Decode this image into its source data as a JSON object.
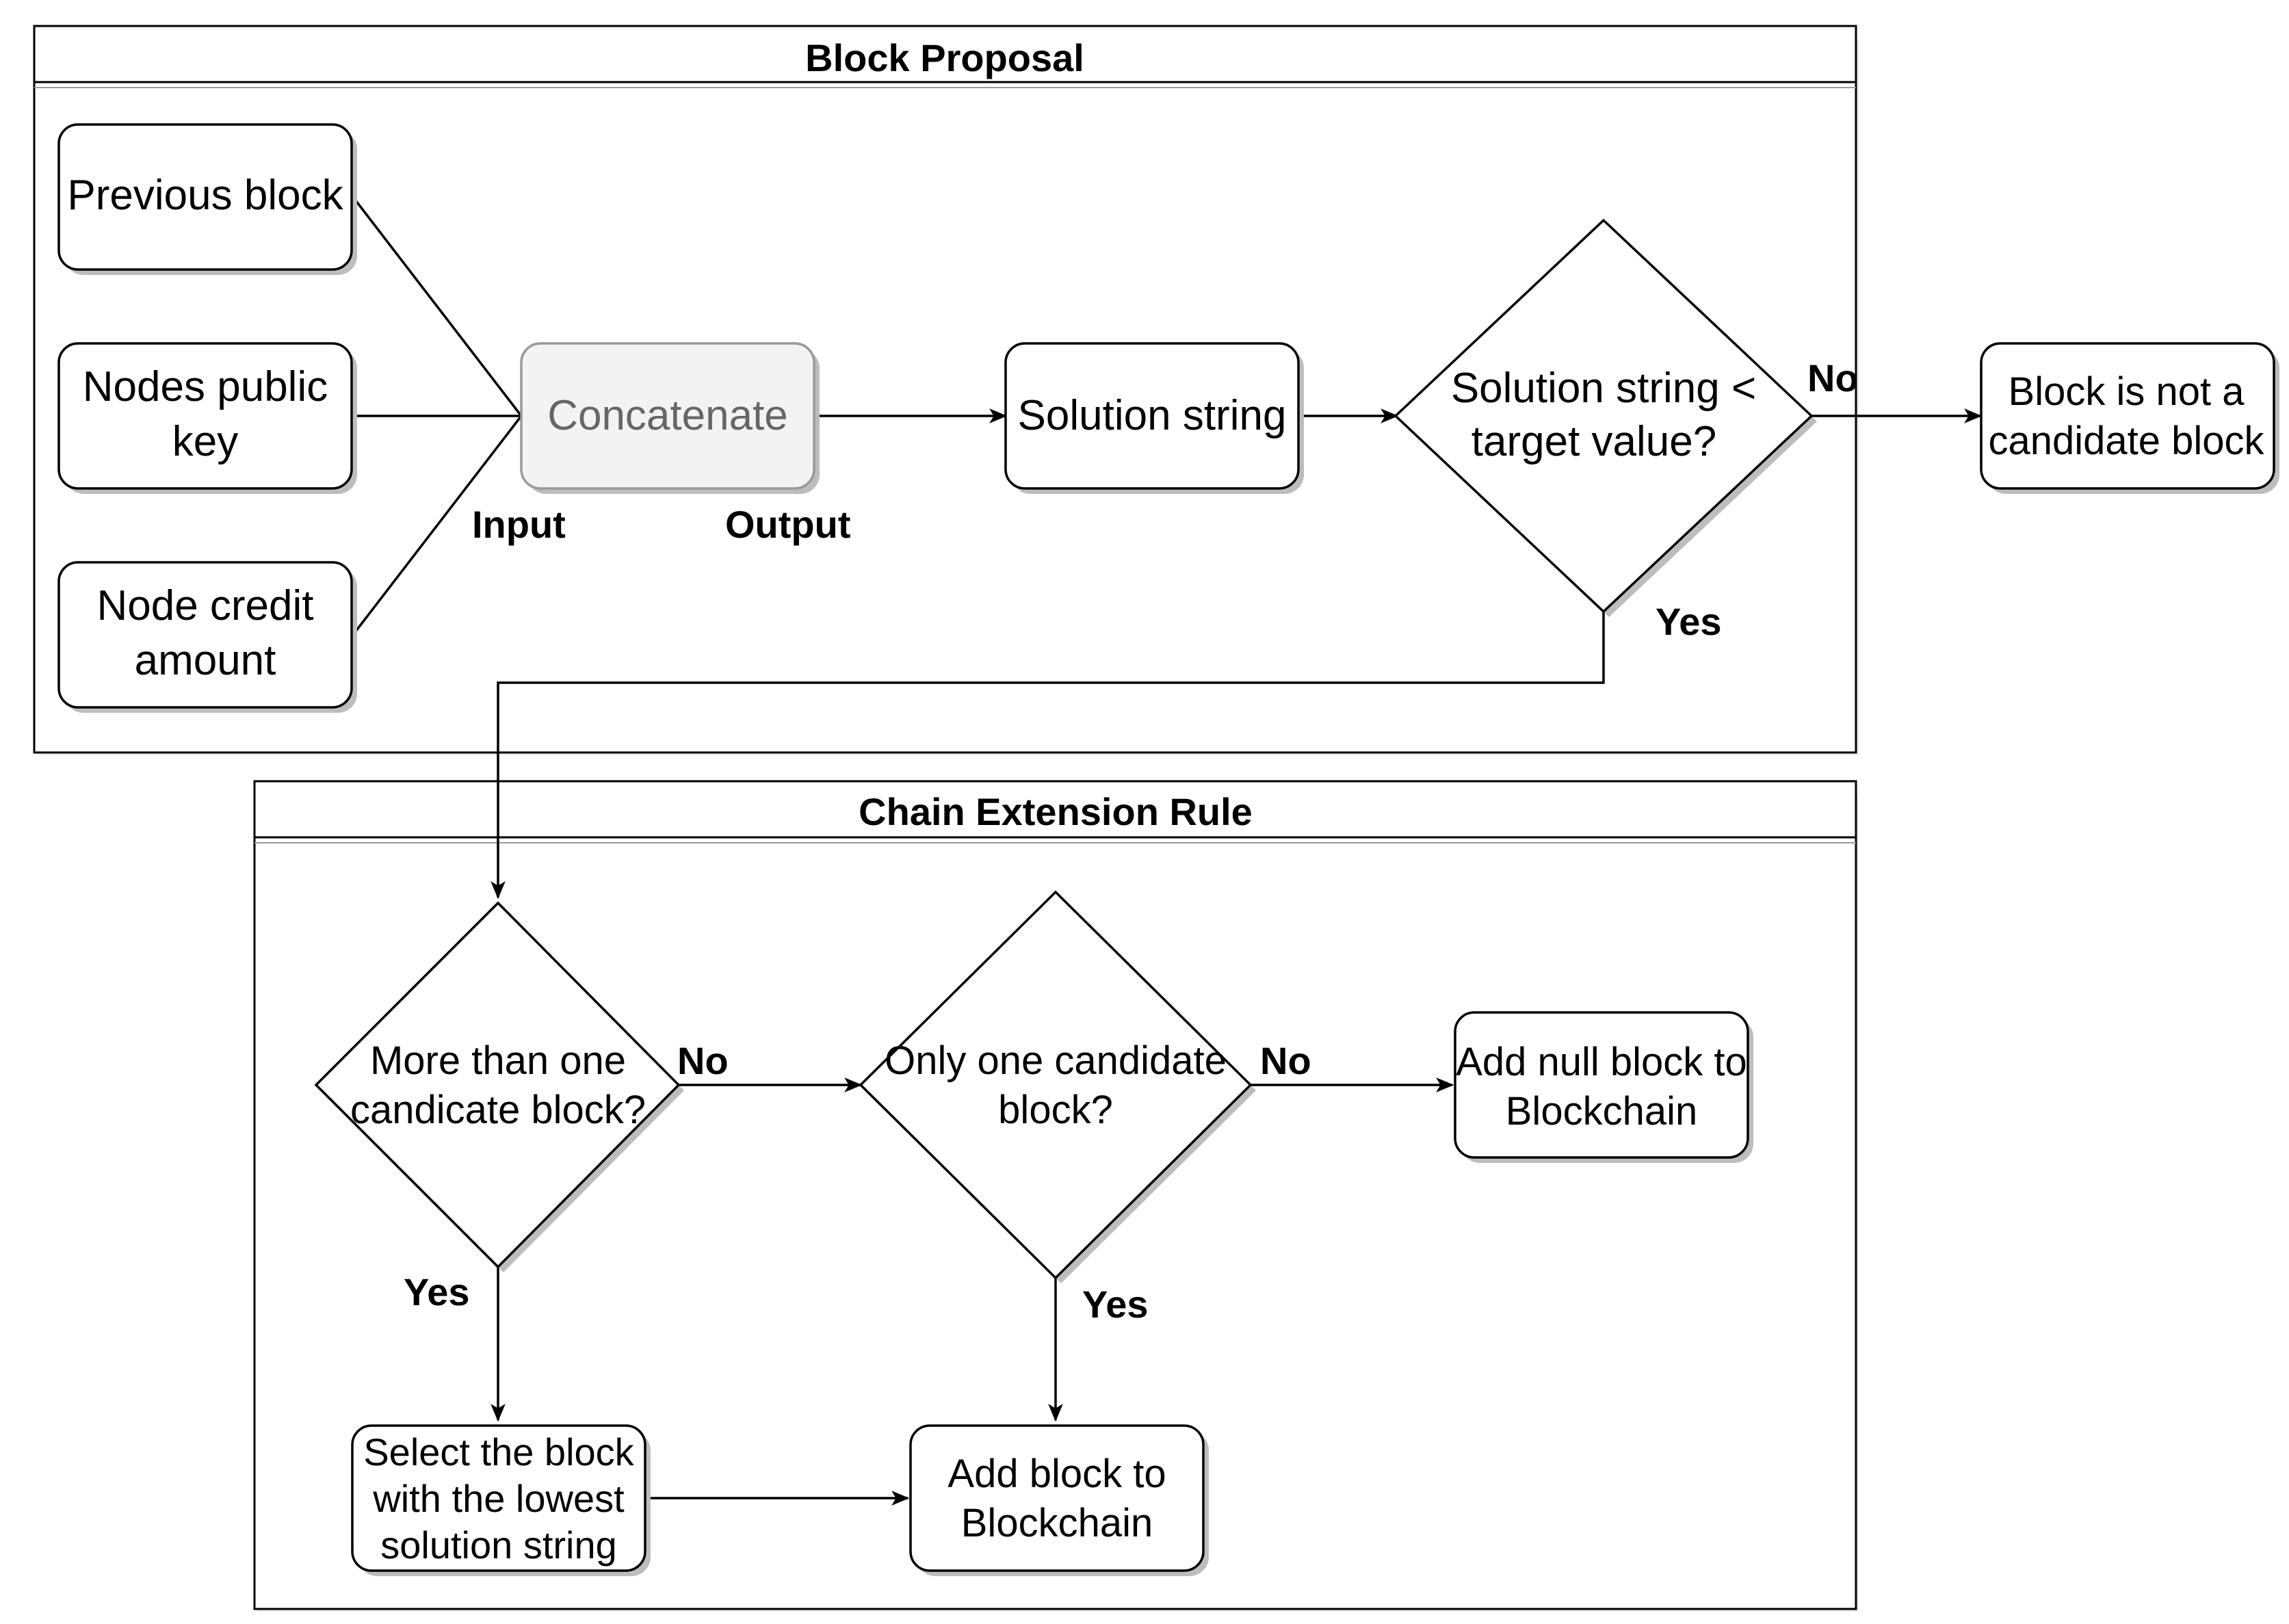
{
  "sections": {
    "block_proposal": {
      "title": "Block Proposal"
    },
    "chain_extension": {
      "title": "Chain Extension Rule"
    }
  },
  "nodes": {
    "previous_block": {
      "lines": [
        "Previous block"
      ]
    },
    "nodes_public_key": {
      "lines": [
        "Nodes public",
        "key"
      ]
    },
    "node_credit_amount": {
      "lines": [
        "Node credit",
        "amount"
      ]
    },
    "concatenate": {
      "lines": [
        "Concatenate"
      ]
    },
    "solution_string": {
      "lines": [
        "Solution string"
      ]
    },
    "decision_target": {
      "lines": [
        "Solution string <",
        "target value?"
      ]
    },
    "not_candidate": {
      "lines": [
        "Block is not a",
        "candidate block"
      ]
    },
    "decision_more_than_one": {
      "lines": [
        "More than one",
        "candicate block?"
      ]
    },
    "decision_only_one": {
      "lines": [
        "Only one candidate",
        "block?"
      ]
    },
    "add_null_block": {
      "lines": [
        "Add null block to",
        "Blockchain"
      ]
    },
    "select_lowest": {
      "lines": [
        "Select the block",
        "with the lowest",
        "solution string"
      ]
    },
    "add_block": {
      "lines": [
        "Add block to",
        "Blockchain"
      ]
    }
  },
  "edge_labels": {
    "input": "Input",
    "output": "Output",
    "target_no": "No",
    "target_yes": "Yes",
    "more_no": "No",
    "more_yes": "Yes",
    "only_no": "No",
    "only_yes": "Yes"
  }
}
